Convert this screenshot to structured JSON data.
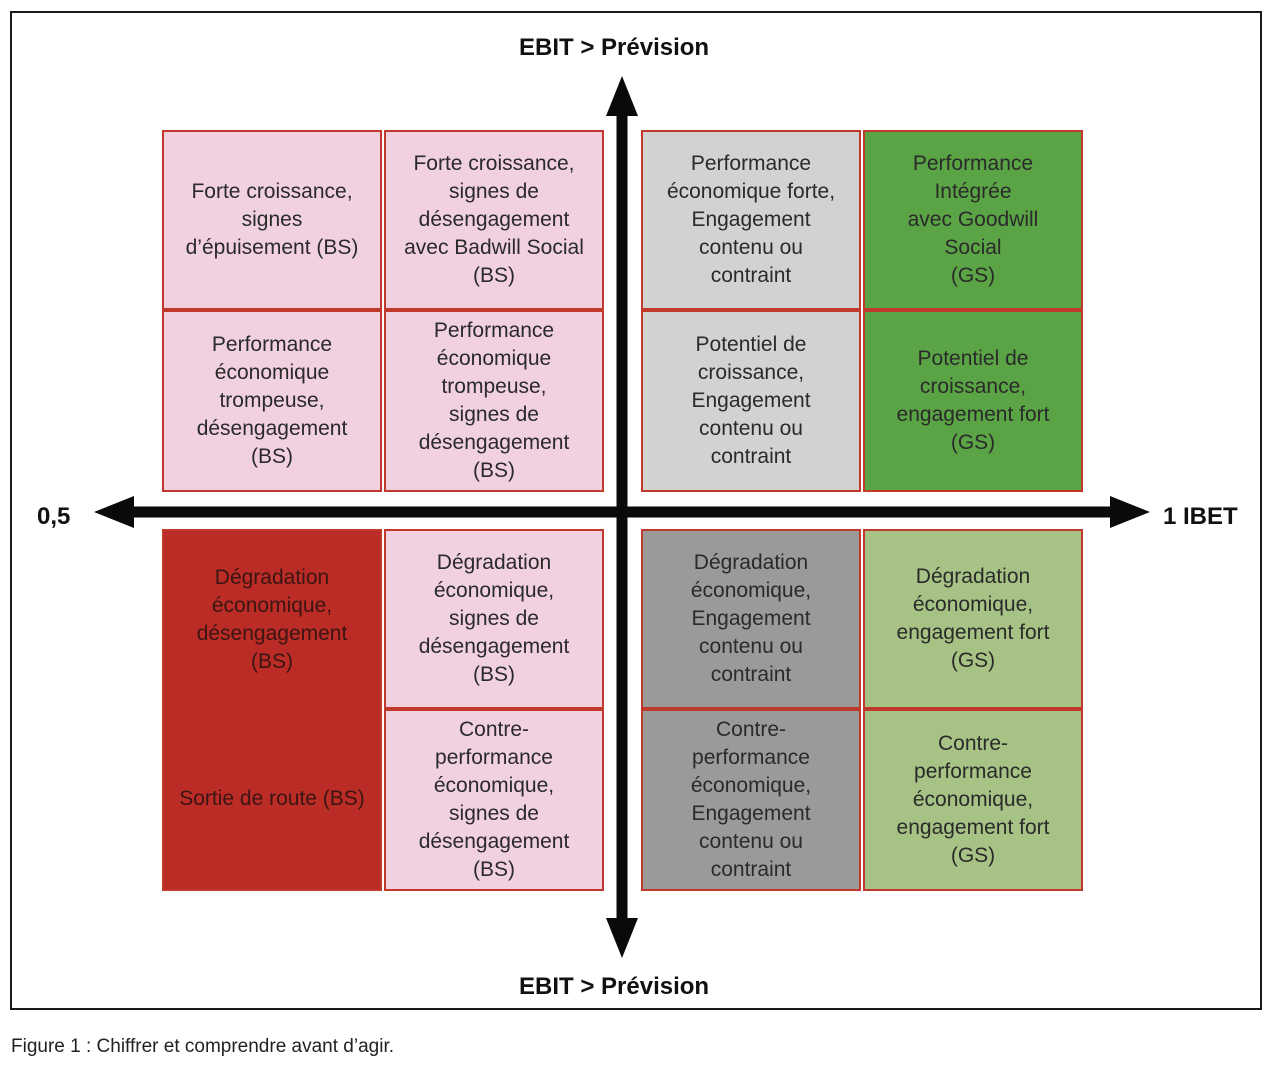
{
  "axes": {
    "top_label": "EBIT > Prévision",
    "bottom_label": "EBIT > Prévision",
    "left_label": "0,5",
    "right_label": "1 IBET"
  },
  "colors": {
    "pink": "#f1d0e0",
    "light_grey": "#d3d2d2",
    "dark_grey": "#9b9a99",
    "dark_green": "#5ba445",
    "light_green": "#a6c385",
    "dark_red": "#bb2c26",
    "border_red": "#c0392b"
  },
  "quadrants": {
    "top_left": {
      "cells": [
        {
          "text": "Forte croissance,\nsignes\nd’épuisement (BS)",
          "color": "pink"
        },
        {
          "text": "Forte croissance,\nsignes de\ndésengagement\navec Badwill Social\n(BS)",
          "color": "pink"
        },
        {
          "text": "Performance\néconomique\ntrompeuse,\ndésengagement\n(BS)",
          "color": "pink"
        },
        {
          "text": "Performance\néconomique\ntrompeuse,\nsignes de\ndésengagement\n(BS)",
          "color": "pink"
        }
      ]
    },
    "top_right": {
      "cells": [
        {
          "text": "Performance\néconomique forte,\nEngagement\ncontenu ou\ncontraint",
          "color": "light_grey"
        },
        {
          "text": "Performance\nIntégrée\navec Goodwill\nSocial\n(GS)",
          "color": "dark_green"
        },
        {
          "text": "Potentiel de\ncroissance,\nEngagement\ncontenu ou\ncontraint",
          "color": "light_grey"
        },
        {
          "text": "Potentiel de\ncroissance,\nengagement fort\n(GS)",
          "color": "dark_green"
        }
      ]
    },
    "bottom_left": {
      "cells": [
        {
          "text": "Dégradation\néconomique,\ndésengagement\n(BS)",
          "color": "dark_red"
        },
        {
          "text": "Dégradation\néconomique,\nsignes de\ndésengagement\n(BS)",
          "color": "pink"
        },
        {
          "text": "Sortie de route (BS)",
          "color": "dark_red"
        },
        {
          "text": "Contre-\nperformance\néconomique,\nsignes de\ndésengagement\n(BS)",
          "color": "pink"
        }
      ]
    },
    "bottom_right": {
      "cells": [
        {
          "text": "Dégradation\néconomique,\nEngagement\ncontenu ou\ncontraint",
          "color": "dark_grey"
        },
        {
          "text": "Dégradation\néconomique,\nengagement fort\n(GS)",
          "color": "light_green"
        },
        {
          "text": "Contre-\nperformance\néconomique,\nEngagement\ncontenu ou\ncontraint",
          "color": "dark_grey"
        },
        {
          "text": "Contre-\nperformance\néconomique,\nengagement fort\n(GS)",
          "color": "light_green"
        }
      ]
    }
  },
  "caption": "Figure 1 : Chiffrer et comprendre avant d’agir."
}
